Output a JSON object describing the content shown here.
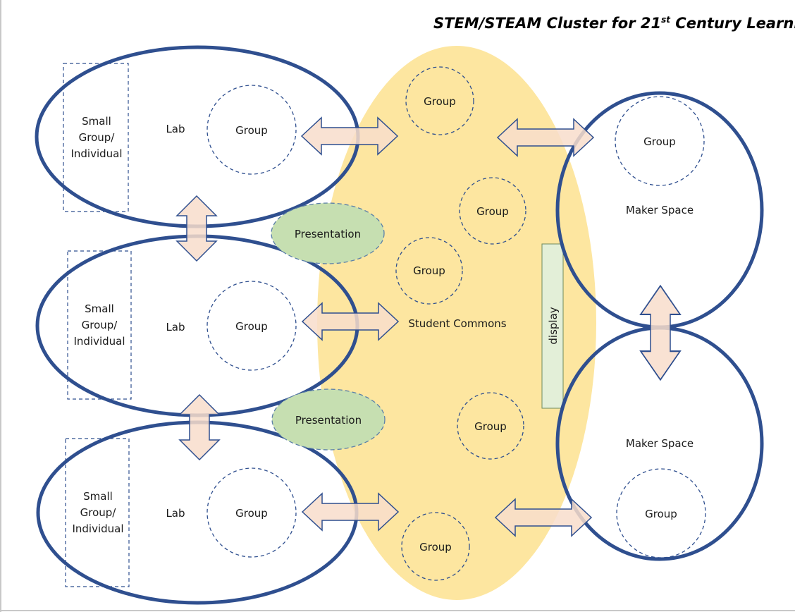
{
  "title": {
    "main_before": "STEM/STEAM Cluster for 21",
    "superscript": "st",
    "main_after": " Century Learning"
  },
  "colors": {
    "lab_outline": "#2f4f8f",
    "commons_fill": "#fde6a0",
    "presentation_fill": "#c6dfb1",
    "presentation_outline": "#5b7fa8",
    "arrow_fill": "#f8ddcb",
    "arrow_outline": "#2f4f8f",
    "display_fill": "#e3efd8"
  },
  "labs": [
    {
      "small_line1": "Small",
      "small_line2": "Group/",
      "small_line3": "Individual",
      "lab": "Lab",
      "group": "Group"
    },
    {
      "small_line1": "Small",
      "small_line2": "Group/",
      "small_line3": "Individual",
      "lab": "Lab",
      "group": "Group"
    },
    {
      "small_line1": "Small",
      "small_line2": "Group/",
      "small_line3": "Individual",
      "lab": "Lab",
      "group": "Group"
    }
  ],
  "presentations": [
    "Presentation",
    "Presentation"
  ],
  "commons": {
    "label": "Student Commons",
    "groups": [
      "Group",
      "Group",
      "Group",
      "Group",
      "Group"
    ]
  },
  "display": "display",
  "maker_spaces": [
    {
      "label": "Maker Space",
      "group": "Group"
    },
    {
      "label": "Maker Space",
      "group": "Group"
    }
  ]
}
